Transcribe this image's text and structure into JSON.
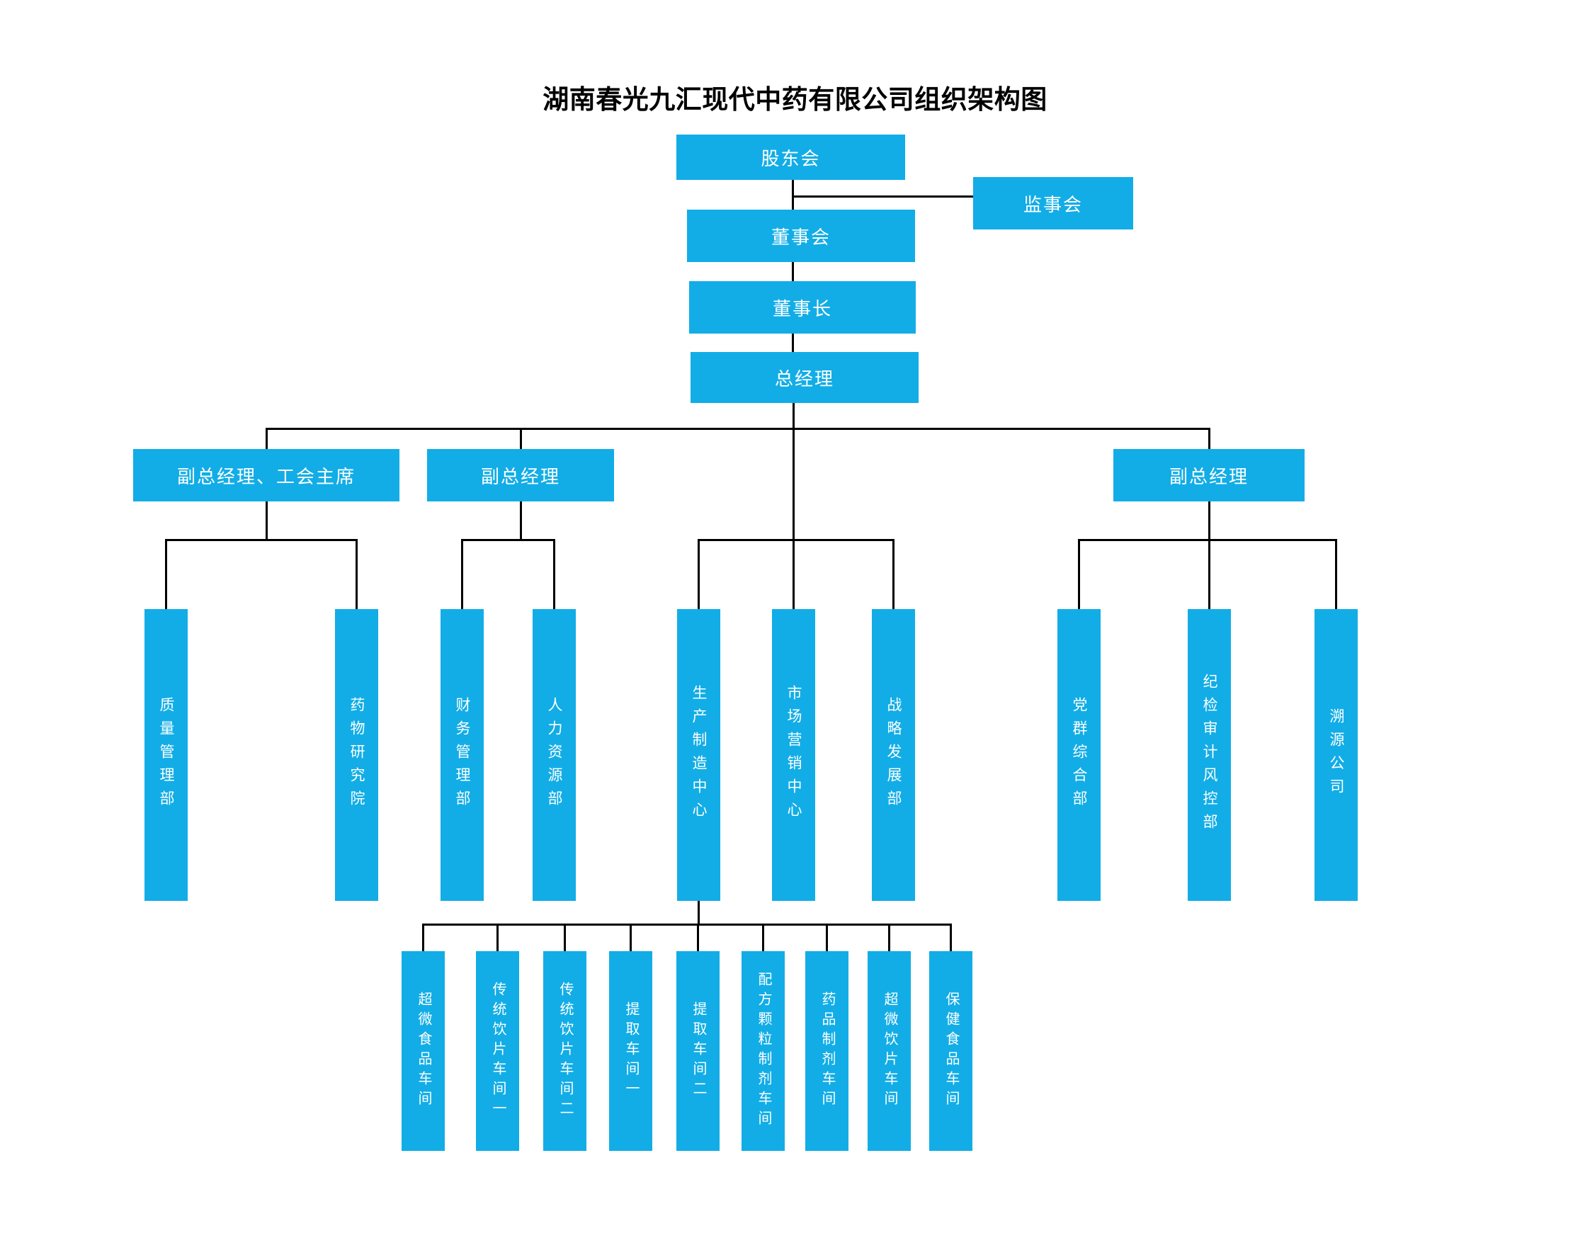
{
  "title": "湖南春光九汇现代中药有限公司组织架构图",
  "colors": {
    "box_fill": "#12ADE6",
    "box_text": "#FFFFFF",
    "line": "#000000",
    "title_text": "#000000",
    "background": "#FFFFFF"
  },
  "top_chain": {
    "shareholders": "股东会",
    "supervisory_board": "监事会",
    "board_of_directors": "董事会",
    "chairman": "董事长",
    "general_manager": "总经理"
  },
  "deputies": [
    {
      "label": "副总经理、工会主席"
    },
    {
      "label": "副总经理"
    },
    {
      "label": "副总经理"
    }
  ],
  "departments": [
    {
      "label": "质量管理部"
    },
    {
      "label": "药物研究院"
    },
    {
      "label": "财务管理部"
    },
    {
      "label": "人力资源部"
    },
    {
      "label": "生产制造中心"
    },
    {
      "label": "市场营销中心"
    },
    {
      "label": "战略发展部"
    },
    {
      "label": "党群综合部"
    },
    {
      "label": "纪检审计风控部"
    },
    {
      "label": "溯源公司"
    }
  ],
  "workshops": [
    {
      "label": "超微食品车间"
    },
    {
      "label": "传统饮片车间一"
    },
    {
      "label": "传统饮片车间二"
    },
    {
      "label": "提取车间一"
    },
    {
      "label": "提取车间二"
    },
    {
      "label": "配方颗粒制剂车间"
    },
    {
      "label": "药品制剂车间"
    },
    {
      "label": "超微饮片车间"
    },
    {
      "label": "保健食品车间"
    }
  ]
}
